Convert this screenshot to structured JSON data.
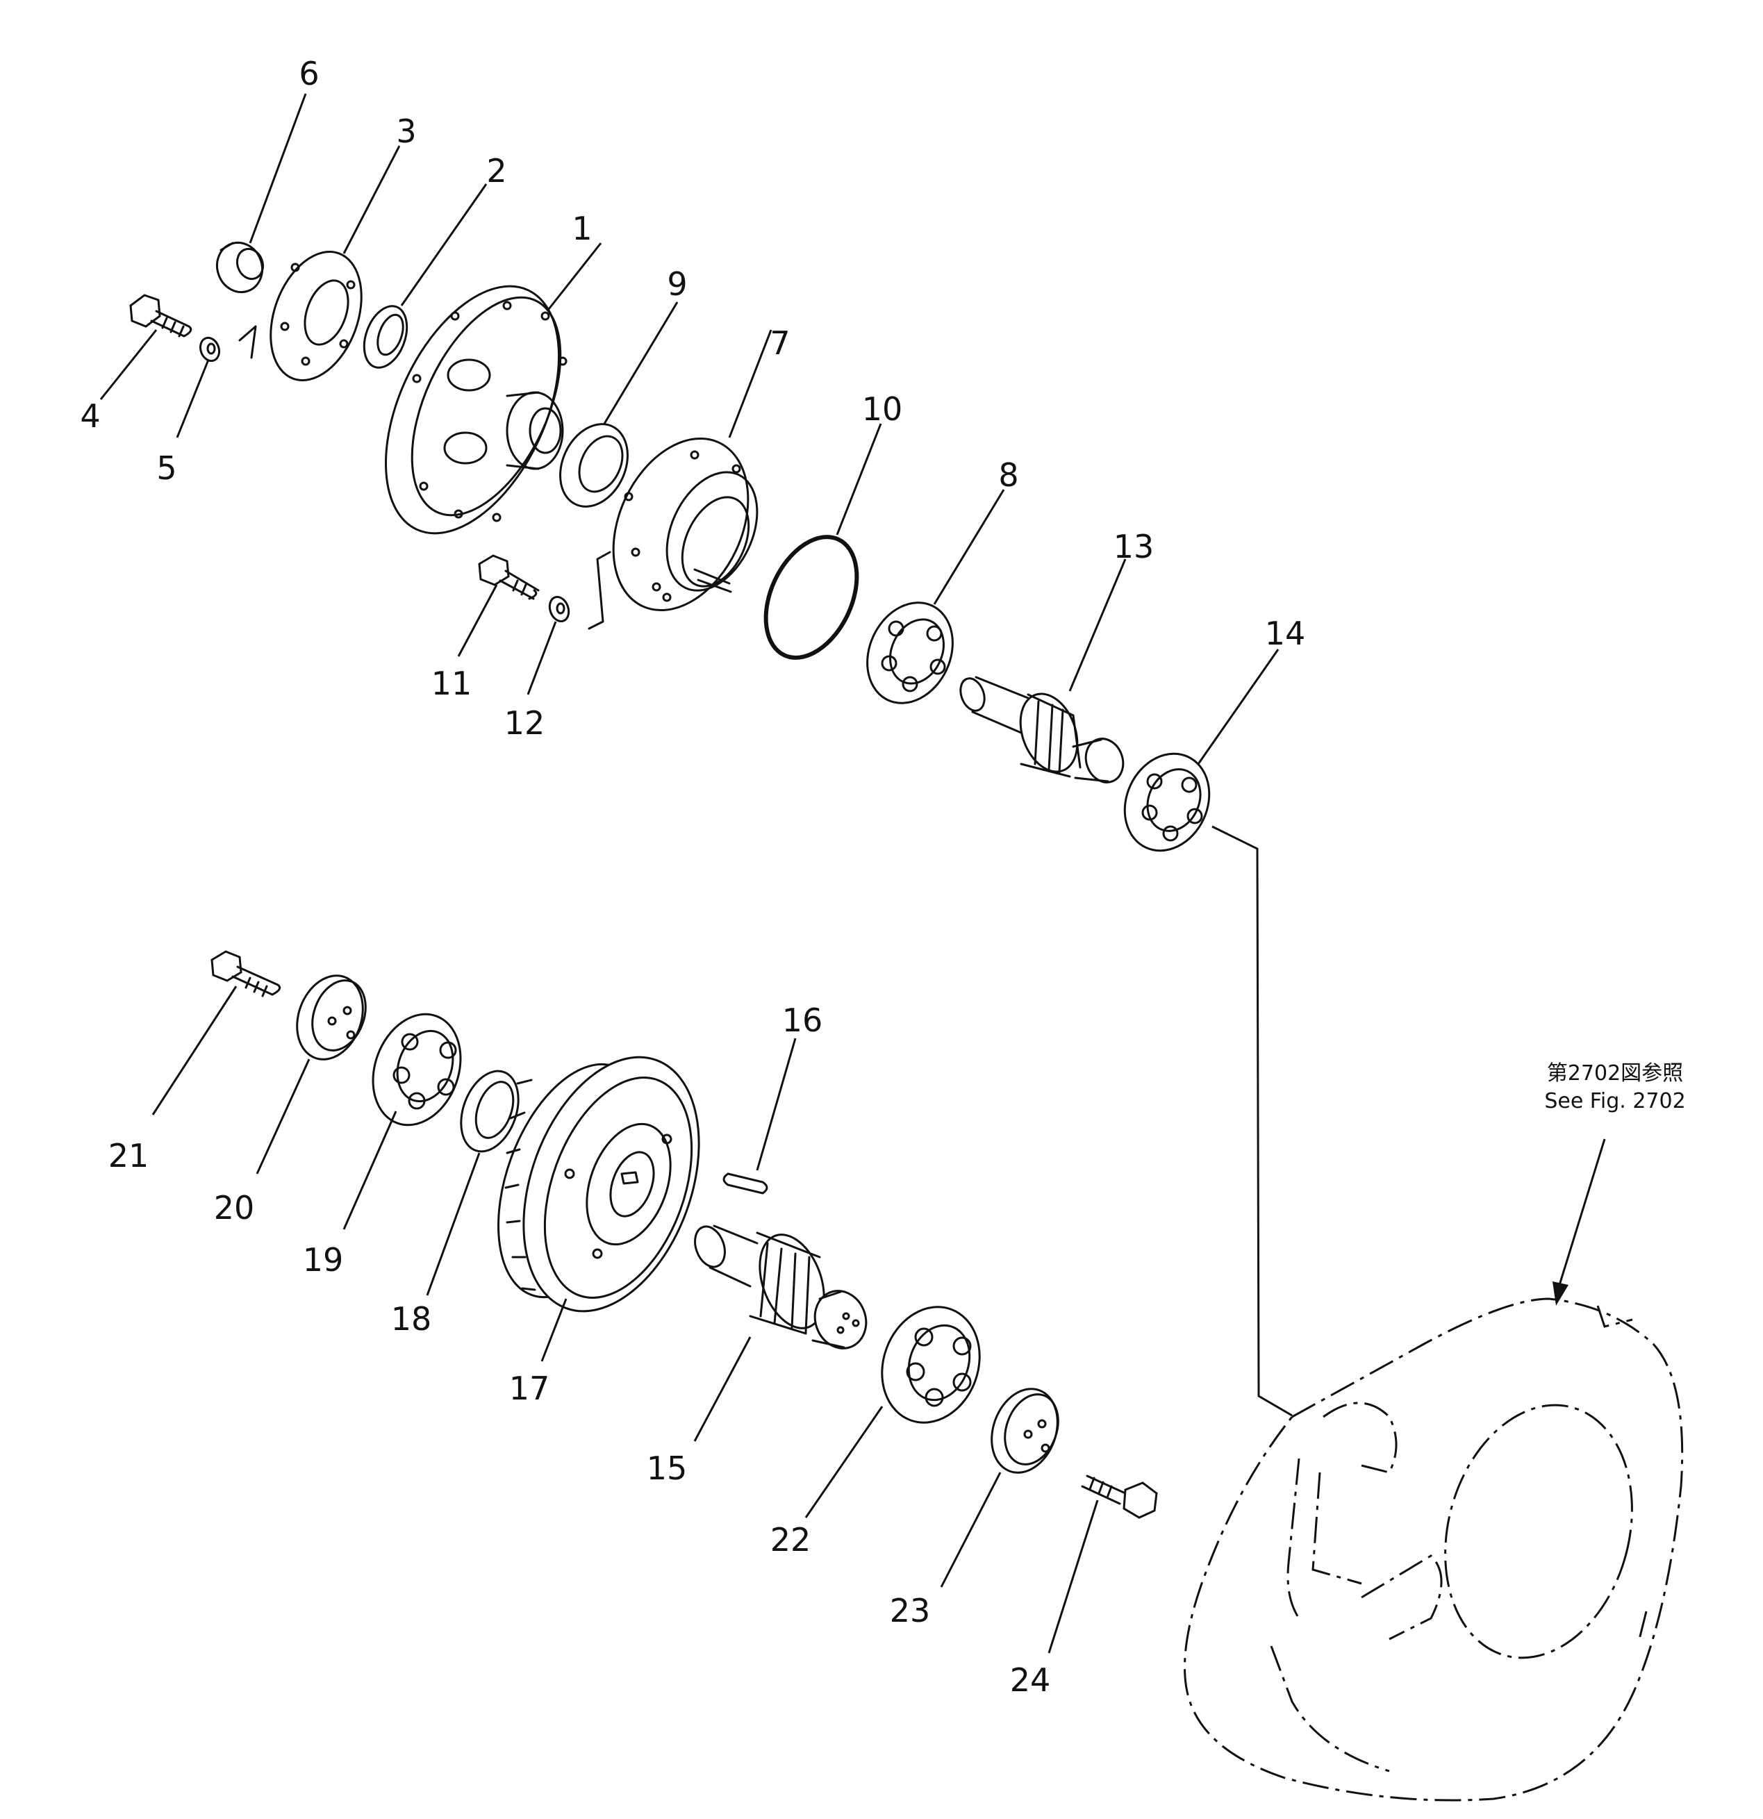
{
  "figure": {
    "reference_jp": "第2702図参照",
    "reference_en": "See Fig. 2702"
  },
  "callouts": [
    "1",
    "2",
    "3",
    "4",
    "5",
    "6",
    "7",
    "8",
    "9",
    "10",
    "11",
    "12",
    "13",
    "14",
    "15",
    "16",
    "17",
    "18",
    "19",
    "20",
    "21",
    "22",
    "23",
    "24"
  ],
  "parts": [
    {
      "id": 1,
      "icon": "cover-flange-icon"
    },
    {
      "id": 2,
      "icon": "oil-seal-icon"
    },
    {
      "id": 3,
      "icon": "plate-icon"
    },
    {
      "id": 4,
      "icon": "bolt-icon"
    },
    {
      "id": 5,
      "icon": "washer-icon"
    },
    {
      "id": 6,
      "icon": "nut-icon"
    },
    {
      "id": 7,
      "icon": "bearing-cage-icon"
    },
    {
      "id": 8,
      "icon": "ball-bearing-icon"
    },
    {
      "id": 9,
      "icon": "seal-ring-icon"
    },
    {
      "id": 10,
      "icon": "o-ring-icon"
    },
    {
      "id": 11,
      "icon": "bolt-icon"
    },
    {
      "id": 12,
      "icon": "washer-icon"
    },
    {
      "id": 13,
      "icon": "pinion-shaft-icon"
    },
    {
      "id": 14,
      "icon": "ball-bearing-icon"
    },
    {
      "id": 15,
      "icon": "gear-shaft-icon"
    },
    {
      "id": 16,
      "icon": "key-icon"
    },
    {
      "id": 17,
      "icon": "gear-icon"
    },
    {
      "id": 18,
      "icon": "spacer-ring-icon"
    },
    {
      "id": 19,
      "icon": "ball-bearing-icon"
    },
    {
      "id": 20,
      "icon": "end-plate-icon"
    },
    {
      "id": 21,
      "icon": "bolt-icon"
    },
    {
      "id": 22,
      "icon": "ball-bearing-icon"
    },
    {
      "id": 23,
      "icon": "end-plate-icon"
    },
    {
      "id": 24,
      "icon": "bolt-icon"
    }
  ]
}
